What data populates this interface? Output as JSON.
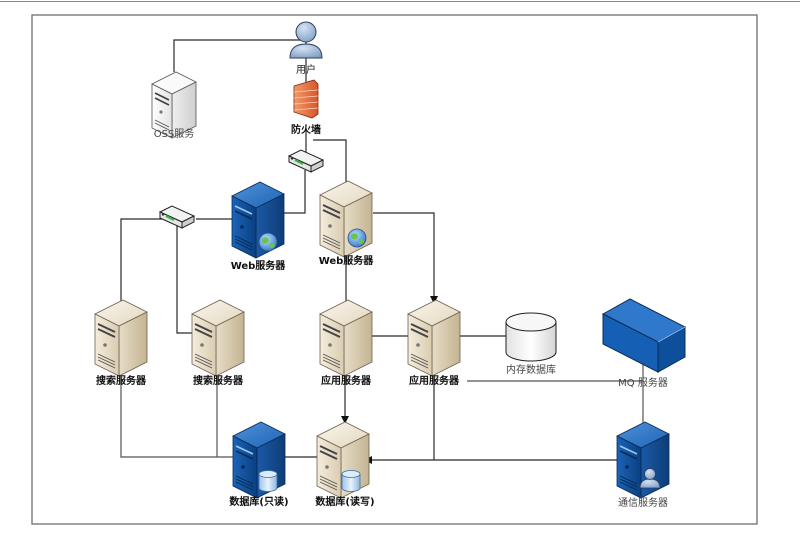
{
  "diagram": {
    "title": "",
    "nodes": {
      "user": {
        "label": "用户",
        "icon": "user-icon"
      },
      "oss": {
        "label": "OSS服务",
        "icon": "server-icon"
      },
      "firewall": {
        "label": "防火墙",
        "icon": "firewall-icon"
      },
      "switch_top": {
        "label": "",
        "icon": "switch-icon"
      },
      "switch_left": {
        "label": "",
        "icon": "switch-icon"
      },
      "web1": {
        "label": "Web服务器",
        "icon": "web-server-icon"
      },
      "web2": {
        "label": "Web服务器",
        "icon": "web-server-icon"
      },
      "search1": {
        "label": "搜索服务器",
        "icon": "server-icon"
      },
      "search2": {
        "label": "搜索服务器",
        "icon": "server-icon"
      },
      "app1": {
        "label": "应用服务器",
        "icon": "server-icon"
      },
      "app2": {
        "label": "应用服务器",
        "icon": "server-icon"
      },
      "memdb": {
        "label": "内存数据库",
        "icon": "database-icon"
      },
      "mq": {
        "label": "MQ 服务器",
        "icon": "mq-box-icon"
      },
      "db_ro": {
        "label": "数据库(只读)",
        "icon": "db-server-icon"
      },
      "db_rw": {
        "label": "数据库(读写)",
        "icon": "db-server-icon"
      },
      "comm": {
        "label": "通信服务器",
        "icon": "user-server-icon"
      }
    },
    "edges": [
      {
        "from": "oss",
        "to": "user"
      },
      {
        "from": "user",
        "to": "firewall"
      },
      {
        "from": "firewall",
        "to": "switch_top"
      },
      {
        "from": "firewall",
        "to": "app1",
        "arrow": true
      },
      {
        "from": "switch_top",
        "to": "web1"
      },
      {
        "from": "web1",
        "to": "switch_left"
      },
      {
        "from": "switch_left",
        "to": "search1"
      },
      {
        "from": "switch_left",
        "to": "search2"
      },
      {
        "from": "web2",
        "to": "app2",
        "arrow": true
      },
      {
        "from": "app1",
        "to": "memdb"
      },
      {
        "from": "app1",
        "to": "db_rw",
        "arrow": true
      },
      {
        "from": "app2",
        "to": "db_rw",
        "arrow": true
      },
      {
        "from": "app2",
        "to": "mq"
      },
      {
        "from": "mq",
        "to": "comm"
      },
      {
        "from": "comm",
        "to": "db_rw",
        "arrow": true
      },
      {
        "from": "search1",
        "to": "db_ro"
      },
      {
        "from": "search2",
        "to": "db_ro"
      },
      {
        "from": "db_ro",
        "to": "db_rw"
      }
    ]
  }
}
